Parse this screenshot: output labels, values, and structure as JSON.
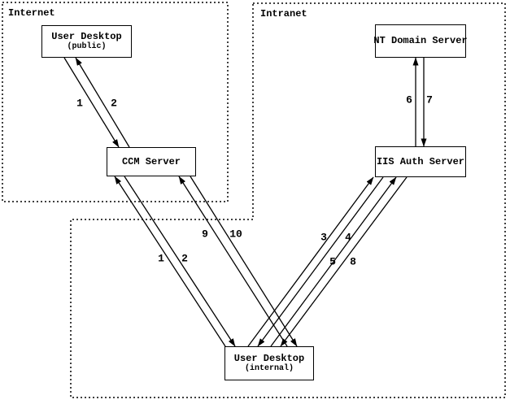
{
  "diagram": {
    "zones": [
      {
        "id": "internet",
        "label": "Internet"
      },
      {
        "id": "intranet",
        "label": "Intranet"
      }
    ],
    "nodes": [
      {
        "id": "user-desktop-public",
        "label": "User Desktop",
        "sublabel": "(public)",
        "zone": "internet"
      },
      {
        "id": "ccm-server",
        "label": "CCM Server",
        "zone": "internet"
      },
      {
        "id": "nt-domain-server",
        "label": "NT Domain Server",
        "zone": "intranet"
      },
      {
        "id": "iis-auth-server",
        "label": "IIS Auth Server",
        "zone": "intranet"
      },
      {
        "id": "user-desktop-internal",
        "label": "User Desktop",
        "sublabel": "(internal)",
        "zone": "intranet"
      }
    ],
    "edges": [
      {
        "label": "1",
        "from": "user-desktop-public",
        "to": "ccm-server"
      },
      {
        "label": "2",
        "from": "ccm-server",
        "to": "user-desktop-public"
      },
      {
        "label": "1",
        "from": "user-desktop-internal",
        "to": "ccm-server"
      },
      {
        "label": "2",
        "from": "ccm-server",
        "to": "user-desktop-internal"
      },
      {
        "label": "9",
        "from": "user-desktop-internal",
        "to": "ccm-server"
      },
      {
        "label": "10",
        "from": "ccm-server",
        "to": "user-desktop-internal"
      },
      {
        "label": "3",
        "from": "user-desktop-internal",
        "to": "iis-auth-server"
      },
      {
        "label": "4",
        "from": "iis-auth-server",
        "to": "user-desktop-internal"
      },
      {
        "label": "5",
        "from": "user-desktop-internal",
        "to": "iis-auth-server"
      },
      {
        "label": "8",
        "from": "iis-auth-server",
        "to": "user-desktop-internal"
      },
      {
        "label": "6",
        "from": "iis-auth-server",
        "to": "nt-domain-server"
      },
      {
        "label": "7",
        "from": "nt-domain-server",
        "to": "iis-auth-server"
      }
    ],
    "colors": {
      "ink": "#000000",
      "background": "#ffffff"
    }
  }
}
